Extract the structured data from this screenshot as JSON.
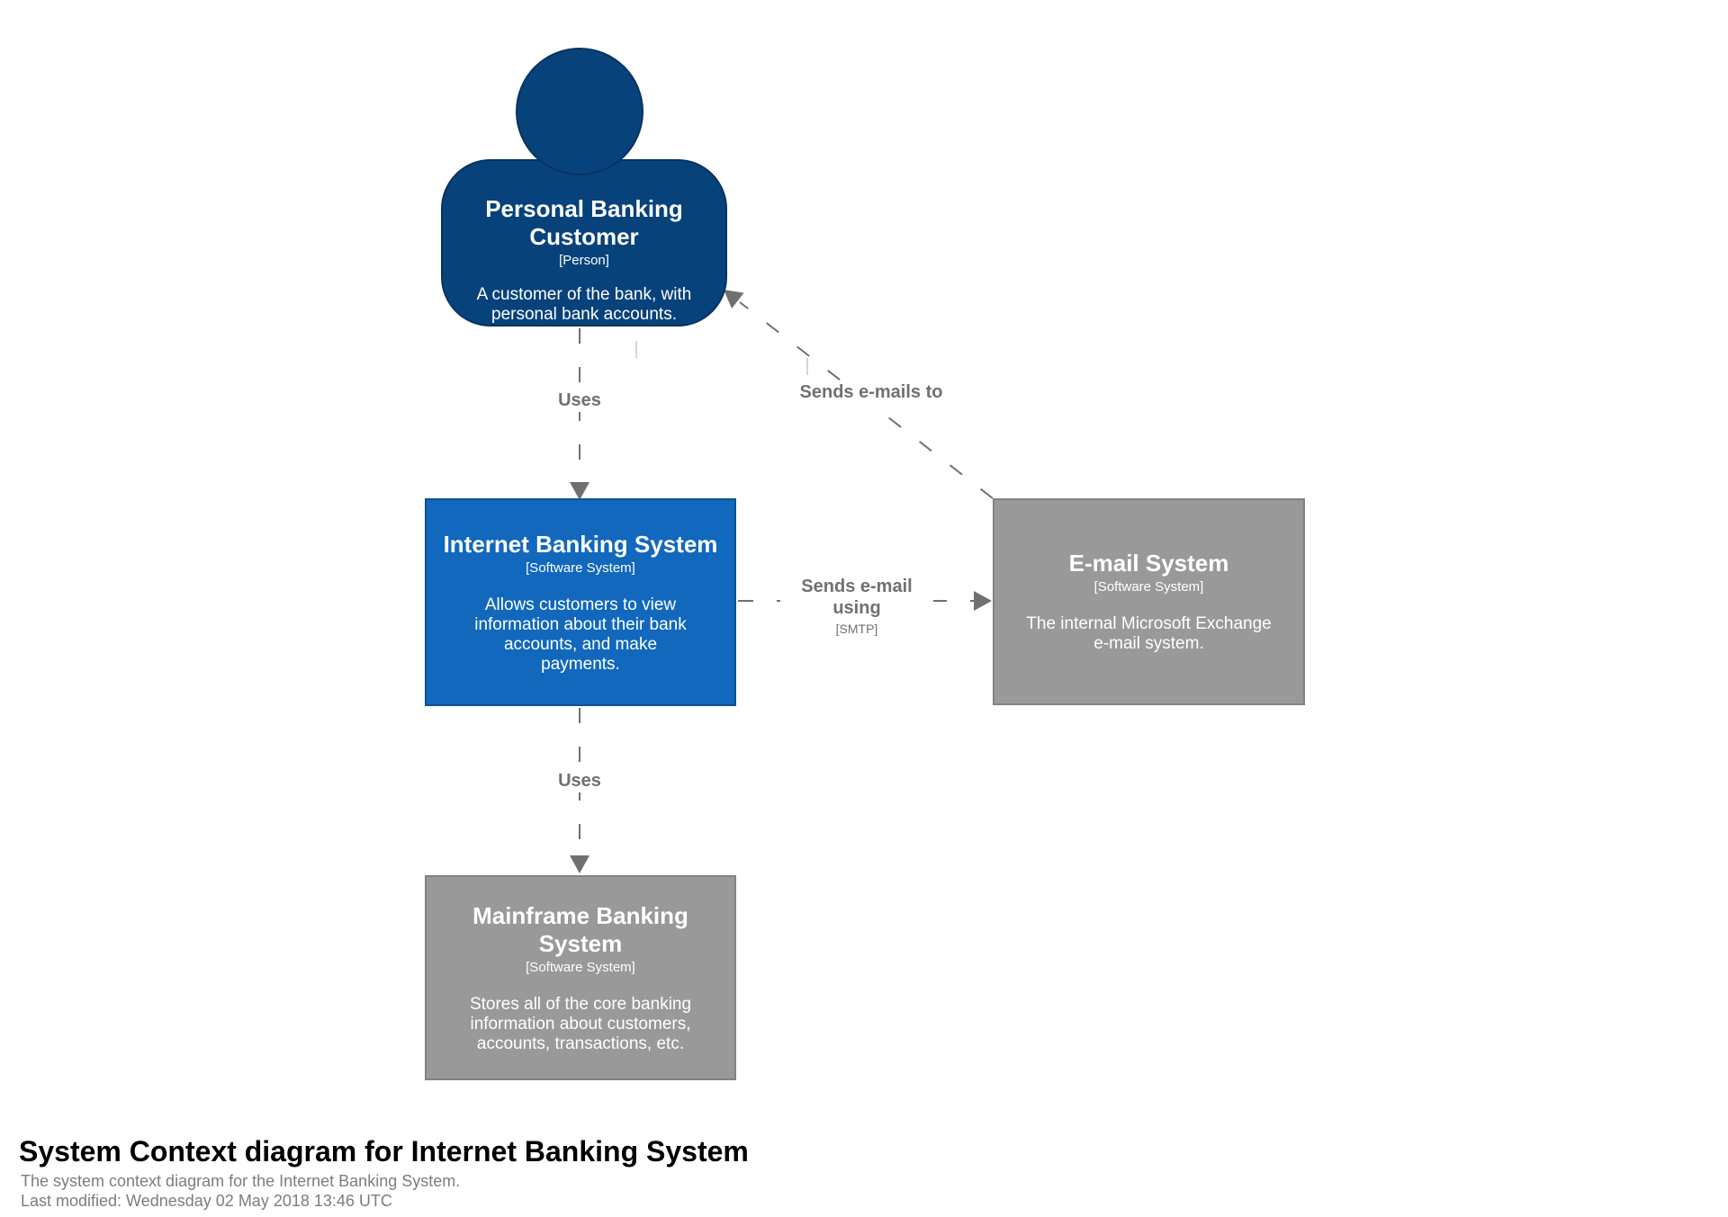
{
  "diagram": {
    "title": "System Context diagram for Internet Banking System",
    "subtitle": "The system context diagram for the Internet Banking System.",
    "last_modified": "Last modified: Wednesday 02 May 2018 13:46 UTC"
  },
  "colors": {
    "person": "#08427B",
    "software_system": "#1168BD",
    "external_system": "#999999",
    "relationship": "#707070"
  },
  "nodes": {
    "person": {
      "name": "Personal Banking Customer",
      "meta": "[Person]",
      "description": "A customer of the bank, with personal bank accounts."
    },
    "internet_banking": {
      "name": "Internet Banking System",
      "meta": "[Software System]",
      "description": "Allows customers to view information about their bank accounts, and make payments."
    },
    "email": {
      "name": "E-mail System",
      "meta": "[Software System]",
      "description": "The internal Microsoft Exchange e-mail system."
    },
    "mainframe": {
      "name": "Mainframe Banking System",
      "meta": "[Software System]",
      "description": "Stores all of the core banking information about customers, accounts, transactions, etc."
    }
  },
  "relationships": {
    "person_uses_ibs": {
      "label": "Uses"
    },
    "ibs_uses_mainframe": {
      "label": "Uses"
    },
    "ibs_sends_email": {
      "label": "Sends e-mail using",
      "tech": "[SMTP]"
    },
    "email_sends_to_person": {
      "label": "Sends e-mails to"
    }
  }
}
